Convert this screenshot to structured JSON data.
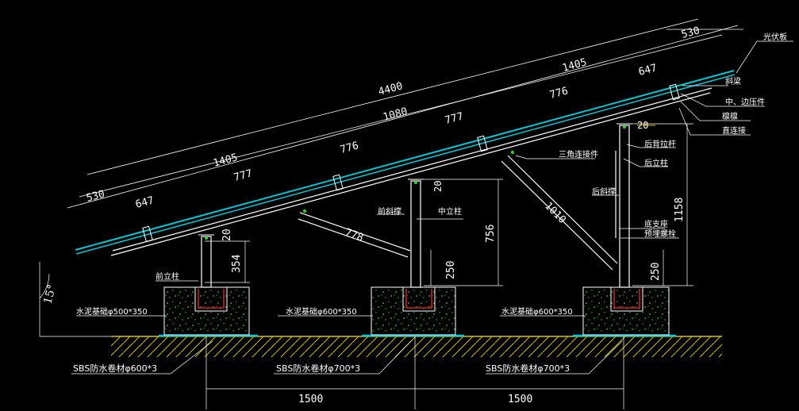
{
  "dims": {
    "top_530": "530",
    "top_1405": "1405",
    "top_647": "647",
    "total_4400": "4400",
    "r1_1405": "1405",
    "r1_776a": "776",
    "r1_1080": "1080",
    "r1_776b": "776",
    "r2_777a": "777",
    "r2_777b": "777",
    "left_530": "530",
    "left_647": "647",
    "dim_20_front": "20",
    "dim_354": "354",
    "dim_20_mid": "20",
    "dim_778": "778",
    "dim_756": "756",
    "dim_250_mid": "250",
    "dim_1010": "1010",
    "dim_20_back": "20",
    "dim_1158": "1158",
    "dim_250_back": "250",
    "span_1": "1500",
    "span_2": "1500"
  },
  "labels": {
    "pv_panel": "光伏板",
    "purlin": "斜梁",
    "mid_edge_clamp": "中、边压件",
    "purlin2": "檩檩",
    "connector": "直连接",
    "rear_brace": "后背拉杆",
    "rear_post": "后立柱",
    "tri_connector": "三角连接件",
    "rear_diag": "后斜撑",
    "front_diag": "前斜撑",
    "mid_post": "中立柱",
    "base_support": "底支座",
    "anchor_bolt": "预埋螺栓",
    "front_post": "前立柱",
    "found_front": "水泥基础φ500*350",
    "found_mid": "水泥基础φ600*350",
    "found_back": "水泥基础φ600*350",
    "sbs_front": "SBS防水卷材φ600*3",
    "sbs_mid": "SBS防水卷材φ700*3",
    "sbs_back": "SBS防水卷材φ700*3",
    "angle": "15°"
  },
  "colors": {
    "background": "#000000",
    "panel_cyan": "#00c8d8",
    "line_white": "#ffffff",
    "ground_yellow": "#d8c200",
    "accent_red": "#e01818",
    "concrete_green": "#28d828"
  }
}
